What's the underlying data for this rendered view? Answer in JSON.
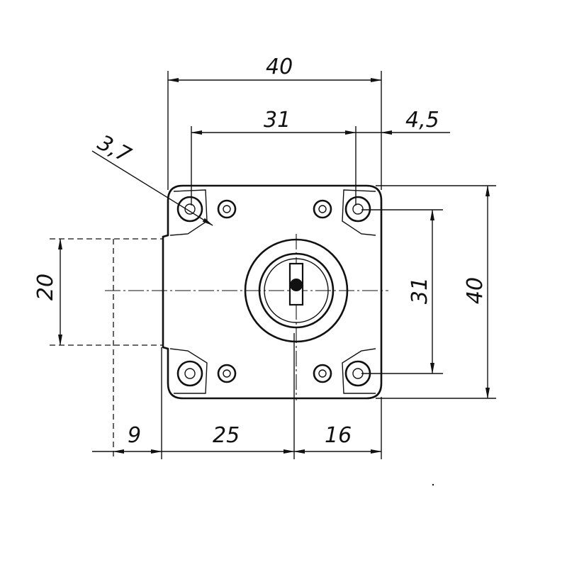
{
  "drawing": {
    "title": "Lock mounting plate dimension drawing",
    "dimensions": {
      "overall_width": "40",
      "hole_spacing_horizontal": "31",
      "edge_offset": "4,5",
      "hole_diameter": "3,7",
      "overall_height": "40",
      "hole_spacing_vertical": "31",
      "bolt_height": "20",
      "bolt_projection": "9",
      "backset": "25",
      "center_to_edge": "16"
    }
  }
}
